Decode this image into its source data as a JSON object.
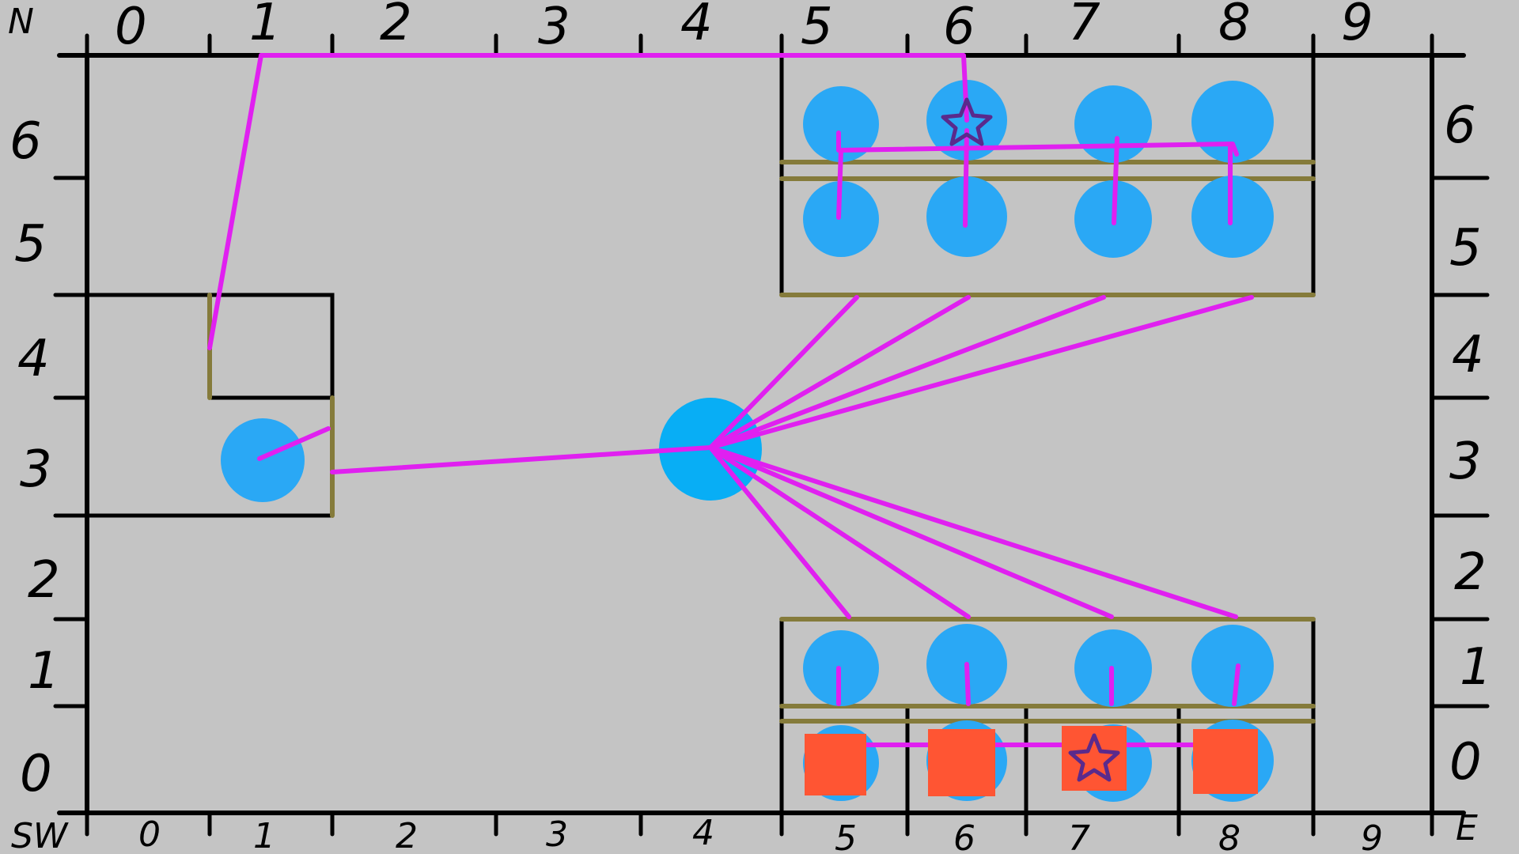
{
  "axis_labels": {
    "north_corner": "N",
    "southwest_corner": "SW",
    "east_corner": "E",
    "top_columns": [
      "0",
      "1",
      "2",
      "3",
      "4",
      "5",
      "6",
      "7",
      "8",
      "9"
    ],
    "bottom_columns": [
      "0",
      "1",
      "2",
      "3",
      "4",
      "5",
      "6",
      "7",
      "8",
      "9"
    ],
    "left_rows": [
      "6",
      "5",
      "4",
      "3",
      "2",
      "1",
      "0"
    ],
    "right_rows": [
      "6",
      "5",
      "4",
      "3",
      "2",
      "1",
      "0"
    ]
  },
  "colors": {
    "background": "#c4c4c4",
    "grid_line": "#000000",
    "bracket": "#857b3b",
    "wire": "#e020f0",
    "node": "#2aa8f5",
    "hub": "#08aef5",
    "block": "#ff5533",
    "star": "#5a2a8c"
  },
  "icons": {
    "star": "star-icon",
    "block": "square-block-icon"
  }
}
